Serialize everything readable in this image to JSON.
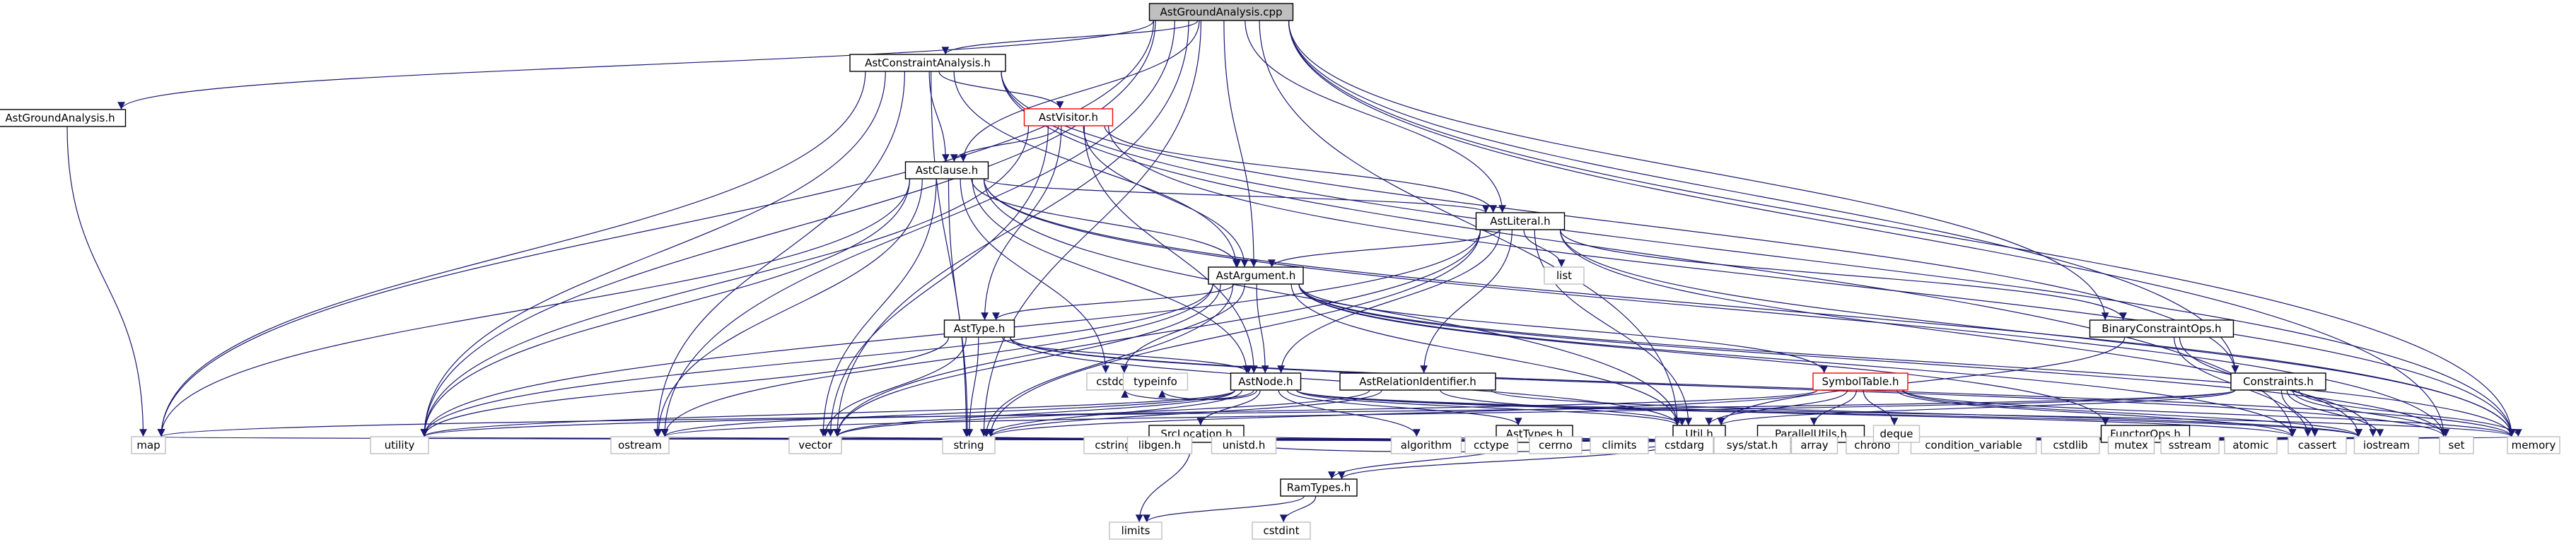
{
  "colors": {
    "edge": "#191970",
    "border_default": "#000000",
    "border_header_not_shown": "#ff0000",
    "border_system": "#bfbfbf",
    "root_fill": "#bfbfbf",
    "text": "#000000"
  },
  "nodes": [
    {
      "id": "root",
      "label": "AstGroundAnalysis.cpp",
      "kind": "root"
    },
    {
      "id": "agah",
      "label": "AstGroundAnalysis.h",
      "kind": "normal"
    },
    {
      "id": "aca",
      "label": "AstConstraintAnalysis.h",
      "kind": "normal"
    },
    {
      "id": "avis",
      "label": "AstVisitor.h",
      "kind": "truncated"
    },
    {
      "id": "acl",
      "label": "AstClause.h",
      "kind": "normal"
    },
    {
      "id": "alit",
      "label": "AstLiteral.h",
      "kind": "normal"
    },
    {
      "id": "aarg",
      "label": "AstArgument.h",
      "kind": "normal"
    },
    {
      "id": "atype",
      "label": "AstType.h",
      "kind": "normal"
    },
    {
      "id": "anode",
      "label": "AstNode.h",
      "kind": "normal"
    },
    {
      "id": "arid",
      "label": "AstRelationIdentifier.h",
      "kind": "normal"
    },
    {
      "id": "symt",
      "label": "SymbolTable.h",
      "kind": "truncated"
    },
    {
      "id": "bco",
      "label": "BinaryConstraintOps.h",
      "kind": "normal"
    },
    {
      "id": "cons",
      "label": "Constraints.h",
      "kind": "normal"
    },
    {
      "id": "srcl",
      "label": "SrcLocation.h",
      "kind": "normal"
    },
    {
      "id": "atypes",
      "label": "AstTypes.h",
      "kind": "normal"
    },
    {
      "id": "util",
      "label": "Util.h",
      "kind": "normal"
    },
    {
      "id": "par",
      "label": "ParallelUtils.h",
      "kind": "normal"
    },
    {
      "id": "func",
      "label": "FunctorOps.h",
      "kind": "normal"
    },
    {
      "id": "ram",
      "label": "RamTypes.h",
      "kind": "normal"
    },
    {
      "id": "map",
      "label": "map",
      "kind": "system"
    },
    {
      "id": "utility",
      "label": "utility",
      "kind": "system"
    },
    {
      "id": "ostream",
      "label": "ostream",
      "kind": "system"
    },
    {
      "id": "vector",
      "label": "vector",
      "kind": "system"
    },
    {
      "id": "string",
      "label": "string",
      "kind": "system"
    },
    {
      "id": "cstring",
      "label": "cstring",
      "kind": "system"
    },
    {
      "id": "libgen",
      "label": "libgen.h",
      "kind": "system"
    },
    {
      "id": "unistd",
      "label": "unistd.h",
      "kind": "system"
    },
    {
      "id": "algorithm",
      "label": "algorithm",
      "kind": "system"
    },
    {
      "id": "cctype",
      "label": "cctype",
      "kind": "system"
    },
    {
      "id": "cerrno",
      "label": "cerrno",
      "kind": "system"
    },
    {
      "id": "climits",
      "label": "climits",
      "kind": "system"
    },
    {
      "id": "cstdarg",
      "label": "cstdarg",
      "kind": "system"
    },
    {
      "id": "sysstat",
      "label": "sys/stat.h",
      "kind": "system"
    },
    {
      "id": "array",
      "label": "array",
      "kind": "system"
    },
    {
      "id": "chrono",
      "label": "chrono",
      "kind": "system"
    },
    {
      "id": "condvar",
      "label": "condition_variable",
      "kind": "system"
    },
    {
      "id": "cstdlib",
      "label": "cstdlib",
      "kind": "system"
    },
    {
      "id": "mutex",
      "label": "mutex",
      "kind": "system"
    },
    {
      "id": "sstream",
      "label": "sstream",
      "kind": "system"
    },
    {
      "id": "atomic",
      "label": "atomic",
      "kind": "system"
    },
    {
      "id": "cassert",
      "label": "cassert",
      "kind": "system"
    },
    {
      "id": "iostream",
      "label": "iostream",
      "kind": "system"
    },
    {
      "id": "set",
      "label": "set",
      "kind": "system"
    },
    {
      "id": "memory",
      "label": "memory",
      "kind": "system"
    },
    {
      "id": "list",
      "label": "list",
      "kind": "system"
    },
    {
      "id": "cstddef",
      "label": "cstddef",
      "kind": "system"
    },
    {
      "id": "typeinfo",
      "label": "typeinfo",
      "kind": "system"
    },
    {
      "id": "deque",
      "label": "deque",
      "kind": "system"
    },
    {
      "id": "limits",
      "label": "limits",
      "kind": "system"
    },
    {
      "id": "cstdint",
      "label": "cstdint",
      "kind": "system"
    }
  ],
  "edges": [
    [
      "root",
      "agah"
    ],
    [
      "root",
      "aca"
    ],
    [
      "root",
      "acl"
    ],
    [
      "root",
      "alit"
    ],
    [
      "root",
      "aarg"
    ],
    [
      "root",
      "util"
    ],
    [
      "root",
      "bco"
    ],
    [
      "root",
      "cons"
    ],
    [
      "root",
      "map"
    ],
    [
      "root",
      "utility"
    ],
    [
      "root",
      "ostream"
    ],
    [
      "root",
      "vector"
    ],
    [
      "root",
      "string"
    ],
    [
      "root",
      "set"
    ],
    [
      "root",
      "memory"
    ],
    [
      "agah",
      "map"
    ],
    [
      "aca",
      "avis"
    ],
    [
      "aca",
      "acl"
    ],
    [
      "aca",
      "aarg"
    ],
    [
      "aca",
      "cons"
    ],
    [
      "aca",
      "map"
    ],
    [
      "aca",
      "utility"
    ],
    [
      "aca",
      "ostream"
    ],
    [
      "aca",
      "string"
    ],
    [
      "aca",
      "memory"
    ],
    [
      "aca",
      "cassert"
    ],
    [
      "avis",
      "acl"
    ],
    [
      "avis",
      "alit"
    ],
    [
      "avis",
      "aarg"
    ],
    [
      "avis",
      "atype"
    ],
    [
      "avis",
      "anode"
    ],
    [
      "avis",
      "utility"
    ],
    [
      "avis",
      "vector"
    ],
    [
      "avis",
      "memory"
    ],
    [
      "acl",
      "alit"
    ],
    [
      "acl",
      "aarg"
    ],
    [
      "acl",
      "anode"
    ],
    [
      "acl",
      "util"
    ],
    [
      "acl",
      "map"
    ],
    [
      "acl",
      "utility"
    ],
    [
      "acl",
      "ostream"
    ],
    [
      "acl",
      "vector"
    ],
    [
      "acl",
      "string"
    ],
    [
      "acl",
      "cstddef"
    ],
    [
      "acl",
      "set"
    ],
    [
      "acl",
      "memory"
    ],
    [
      "alit",
      "aarg"
    ],
    [
      "alit",
      "anode"
    ],
    [
      "alit",
      "arid"
    ],
    [
      "alit",
      "bco"
    ],
    [
      "alit",
      "util"
    ],
    [
      "alit",
      "list"
    ],
    [
      "alit",
      "utility"
    ],
    [
      "alit",
      "vector"
    ],
    [
      "alit",
      "string"
    ],
    [
      "alit",
      "iostream"
    ],
    [
      "alit",
      "memory"
    ],
    [
      "aarg",
      "atype"
    ],
    [
      "aarg",
      "anode"
    ],
    [
      "aarg",
      "symt"
    ],
    [
      "aarg",
      "func"
    ],
    [
      "aarg",
      "util"
    ],
    [
      "aarg",
      "utility"
    ],
    [
      "aarg",
      "ostream"
    ],
    [
      "aarg",
      "vector"
    ],
    [
      "aarg",
      "string"
    ],
    [
      "aarg",
      "cstddef"
    ],
    [
      "aarg",
      "cassert"
    ],
    [
      "aarg",
      "set"
    ],
    [
      "aarg",
      "memory"
    ],
    [
      "atype",
      "anode"
    ],
    [
      "atype",
      "util"
    ],
    [
      "atype",
      "utility"
    ],
    [
      "atype",
      "vector"
    ],
    [
      "atype",
      "string"
    ],
    [
      "atype",
      "set"
    ],
    [
      "atype",
      "memory"
    ],
    [
      "anode",
      "srcl"
    ],
    [
      "anode",
      "atypes"
    ],
    [
      "anode",
      "util"
    ],
    [
      "anode",
      "typeinfo"
    ],
    [
      "anode",
      "cstddef"
    ],
    [
      "anode",
      "utility"
    ],
    [
      "anode",
      "ostream"
    ],
    [
      "anode",
      "vector"
    ],
    [
      "anode",
      "string"
    ],
    [
      "anode",
      "memory"
    ],
    [
      "anode",
      "algorithm"
    ],
    [
      "anode",
      "cassert"
    ],
    [
      "anode",
      "iostream"
    ],
    [
      "arid",
      "util"
    ],
    [
      "arid",
      "vector"
    ],
    [
      "arid",
      "string"
    ],
    [
      "arid",
      "iostream"
    ],
    [
      "symt",
      "util"
    ],
    [
      "symt",
      "par"
    ],
    [
      "symt",
      "deque"
    ],
    [
      "symt",
      "utility"
    ],
    [
      "symt",
      "string"
    ],
    [
      "symt",
      "iostream"
    ],
    [
      "symt",
      "memory"
    ],
    [
      "symt",
      "cassert"
    ],
    [
      "bco",
      "util"
    ],
    [
      "bco",
      "cassert"
    ],
    [
      "bco",
      "iostream"
    ],
    [
      "cons",
      "util"
    ],
    [
      "cons",
      "set"
    ],
    [
      "cons",
      "memory"
    ],
    [
      "cons",
      "cassert"
    ],
    [
      "cons",
      "iostream"
    ],
    [
      "cons",
      "map"
    ],
    [
      "cons",
      "ostream"
    ],
    [
      "srcl",
      "util"
    ],
    [
      "srcl",
      "string"
    ],
    [
      "srcl",
      "limits"
    ],
    [
      "atypes",
      "ram"
    ],
    [
      "atypes",
      "string"
    ],
    [
      "atypes",
      "vector"
    ],
    [
      "util",
      "ram"
    ],
    [
      "util",
      "map"
    ],
    [
      "util",
      "utility"
    ],
    [
      "util",
      "ostream"
    ],
    [
      "util",
      "vector"
    ],
    [
      "util",
      "string"
    ],
    [
      "util",
      "cstring"
    ],
    [
      "util",
      "libgen"
    ],
    [
      "util",
      "unistd"
    ],
    [
      "util",
      "algorithm"
    ],
    [
      "util",
      "cctype"
    ],
    [
      "util",
      "cerrno"
    ],
    [
      "util",
      "climits"
    ],
    [
      "util",
      "cstdarg"
    ],
    [
      "util",
      "sysstat"
    ],
    [
      "util",
      "array"
    ],
    [
      "util",
      "chrono"
    ],
    [
      "util",
      "condvar"
    ],
    [
      "util",
      "cstdlib"
    ],
    [
      "util",
      "mutex"
    ],
    [
      "util",
      "sstream"
    ],
    [
      "util",
      "atomic"
    ],
    [
      "util",
      "cassert"
    ],
    [
      "util",
      "iostream"
    ],
    [
      "util",
      "set"
    ],
    [
      "util",
      "memory"
    ],
    [
      "par",
      "util"
    ],
    [
      "par",
      "atomic"
    ],
    [
      "par",
      "cassert"
    ],
    [
      "par",
      "iostream"
    ],
    [
      "func",
      "cassert"
    ],
    [
      "func",
      "iostream"
    ],
    [
      "ram",
      "limits"
    ],
    [
      "ram",
      "cstdint"
    ]
  ]
}
